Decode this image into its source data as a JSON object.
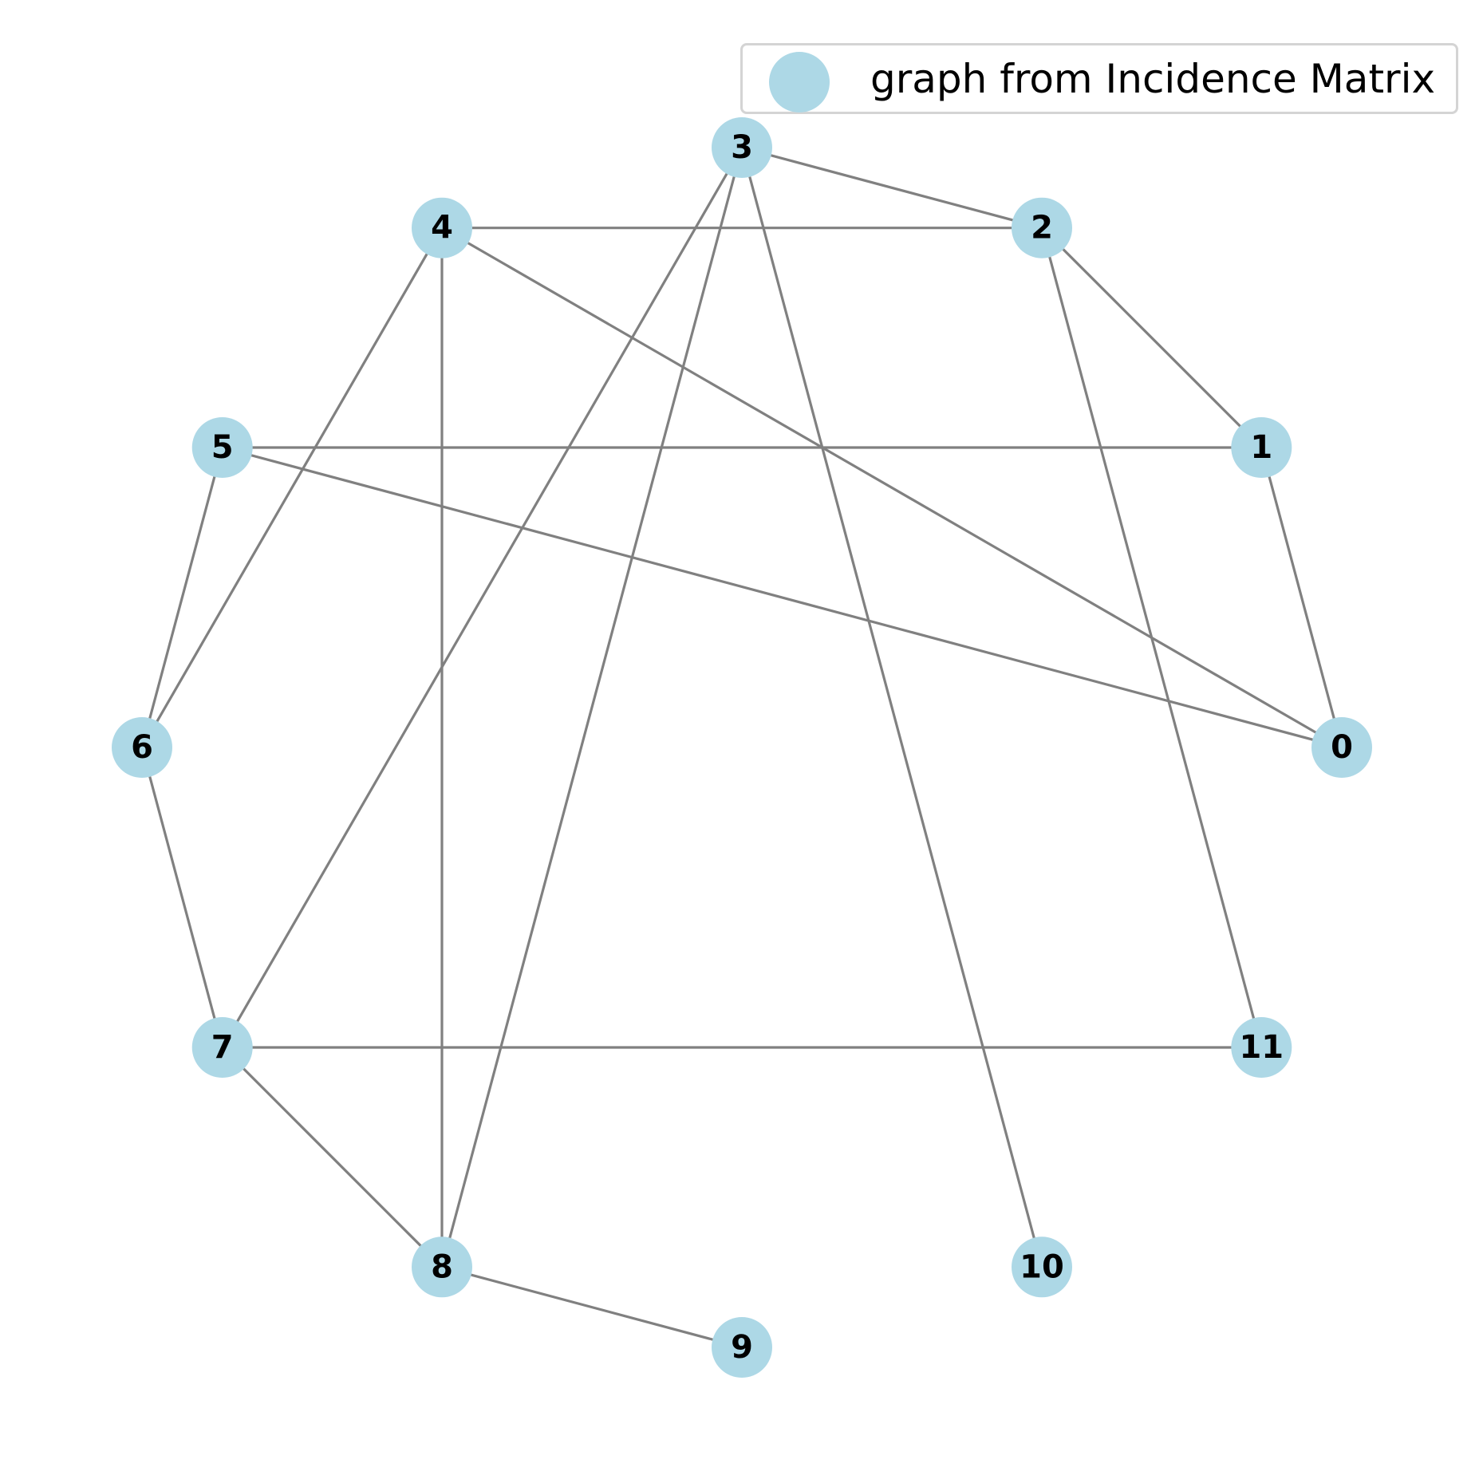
{
  "graph": {
    "colors": {
      "node_fill": "#add8e6",
      "edge_stroke": "#808080",
      "legend_border": "#d4d4d4",
      "label_color": "#000000"
    },
    "nodes": [
      {
        "id": "0",
        "label": "0"
      },
      {
        "id": "1",
        "label": "1"
      },
      {
        "id": "2",
        "label": "2"
      },
      {
        "id": "3",
        "label": "3"
      },
      {
        "id": "4",
        "label": "4"
      },
      {
        "id": "5",
        "label": "5"
      },
      {
        "id": "6",
        "label": "6"
      },
      {
        "id": "7",
        "label": "7"
      },
      {
        "id": "8",
        "label": "8"
      },
      {
        "id": "9",
        "label": "9"
      },
      {
        "id": "10",
        "label": "10"
      },
      {
        "id": "11",
        "label": "11"
      }
    ],
    "edges": [
      [
        "0",
        "1"
      ],
      [
        "0",
        "4"
      ],
      [
        "0",
        "5"
      ],
      [
        "1",
        "2"
      ],
      [
        "1",
        "5"
      ],
      [
        "2",
        "3"
      ],
      [
        "2",
        "4"
      ],
      [
        "2",
        "11"
      ],
      [
        "3",
        "7"
      ],
      [
        "3",
        "8"
      ],
      [
        "3",
        "10"
      ],
      [
        "4",
        "6"
      ],
      [
        "4",
        "8"
      ],
      [
        "5",
        "6"
      ],
      [
        "6",
        "7"
      ],
      [
        "7",
        "8"
      ],
      [
        "7",
        "11"
      ],
      [
        "8",
        "9"
      ]
    ]
  },
  "legend": {
    "label": "graph from Incidence Matrix"
  }
}
